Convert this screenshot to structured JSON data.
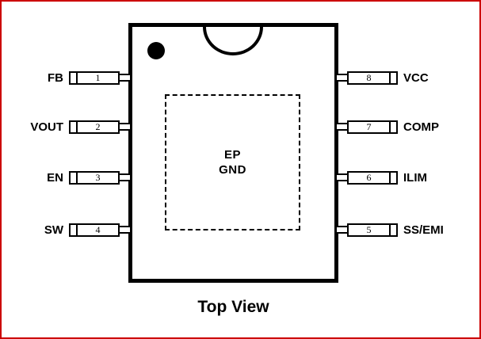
{
  "diagram": {
    "title": "Top View",
    "ep": {
      "line1": "EP",
      "line2": "GND"
    },
    "pins": {
      "left": [
        {
          "name": "FB",
          "number": "1"
        },
        {
          "name": "VOUT",
          "number": "2"
        },
        {
          "name": "EN",
          "number": "3"
        },
        {
          "name": "SW",
          "number": "4"
        }
      ],
      "right": [
        {
          "name": "VCC",
          "number": "8"
        },
        {
          "name": "COMP",
          "number": "7"
        },
        {
          "name": "ILIM",
          "number": "6"
        },
        {
          "name": "SS/EMI",
          "number": "5"
        }
      ]
    },
    "colors": {
      "frame": "#cc0000",
      "ink": "#000000"
    }
  }
}
